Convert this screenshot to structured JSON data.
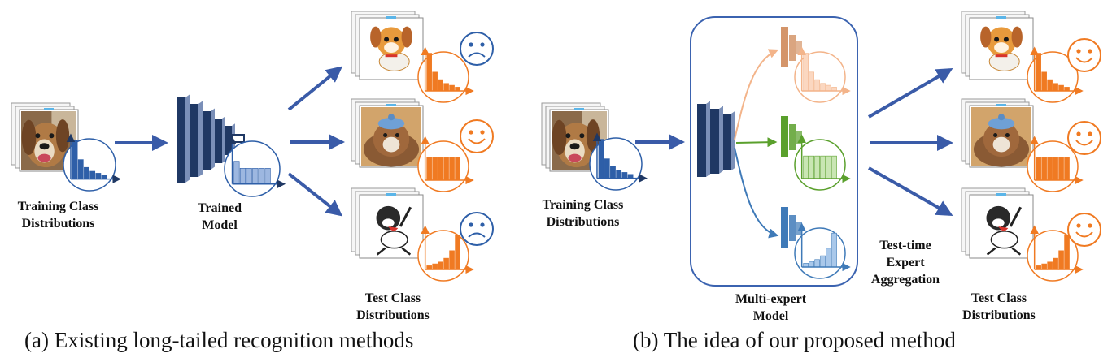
{
  "panel_a": {
    "training_label": [
      "Training Class",
      "Distributions"
    ],
    "model_label": [
      "Trained",
      "Model"
    ],
    "test_label": [
      "Test Class",
      "Distributions"
    ],
    "caption": "(a) Existing long-tailed recognition methods"
  },
  "panel_b": {
    "training_label": [
      "Training Class",
      "Distributions"
    ],
    "model_label": [
      "Multi-expert",
      "Model"
    ],
    "aggregation_label": [
      "Test-time",
      "Expert",
      "Aggregation"
    ],
    "test_label": [
      "Test Class",
      "Distributions"
    ],
    "caption": "(b) The idea of our proposed method"
  },
  "distributions": {
    "training": [
      10,
      5,
      3,
      2,
      1.5,
      1
    ],
    "uniform": [
      6,
      6,
      6,
      6,
      6,
      6
    ],
    "reversed": [
      1,
      1.5,
      2,
      3,
      5,
      9
    ]
  },
  "colors": {
    "navy": "#1f3864",
    "arrow": "#3a5ba8",
    "blue": "#2e5fa8",
    "orange": "#f07a22",
    "peach": "#f3b48a",
    "green": "#5aa02c",
    "steel": "#3f7ab8",
    "frame": "#3b63b0"
  },
  "icons": {
    "sad_face": "sad-face-icon",
    "happy_face": "happy-face-icon",
    "dog_photo": "dog-photo-icon",
    "cartoon_dog": "cartoon-dog-icon",
    "bulldog_photo": "bulldog-photo-icon",
    "sketch_dog": "sketch-dog-icon"
  }
}
